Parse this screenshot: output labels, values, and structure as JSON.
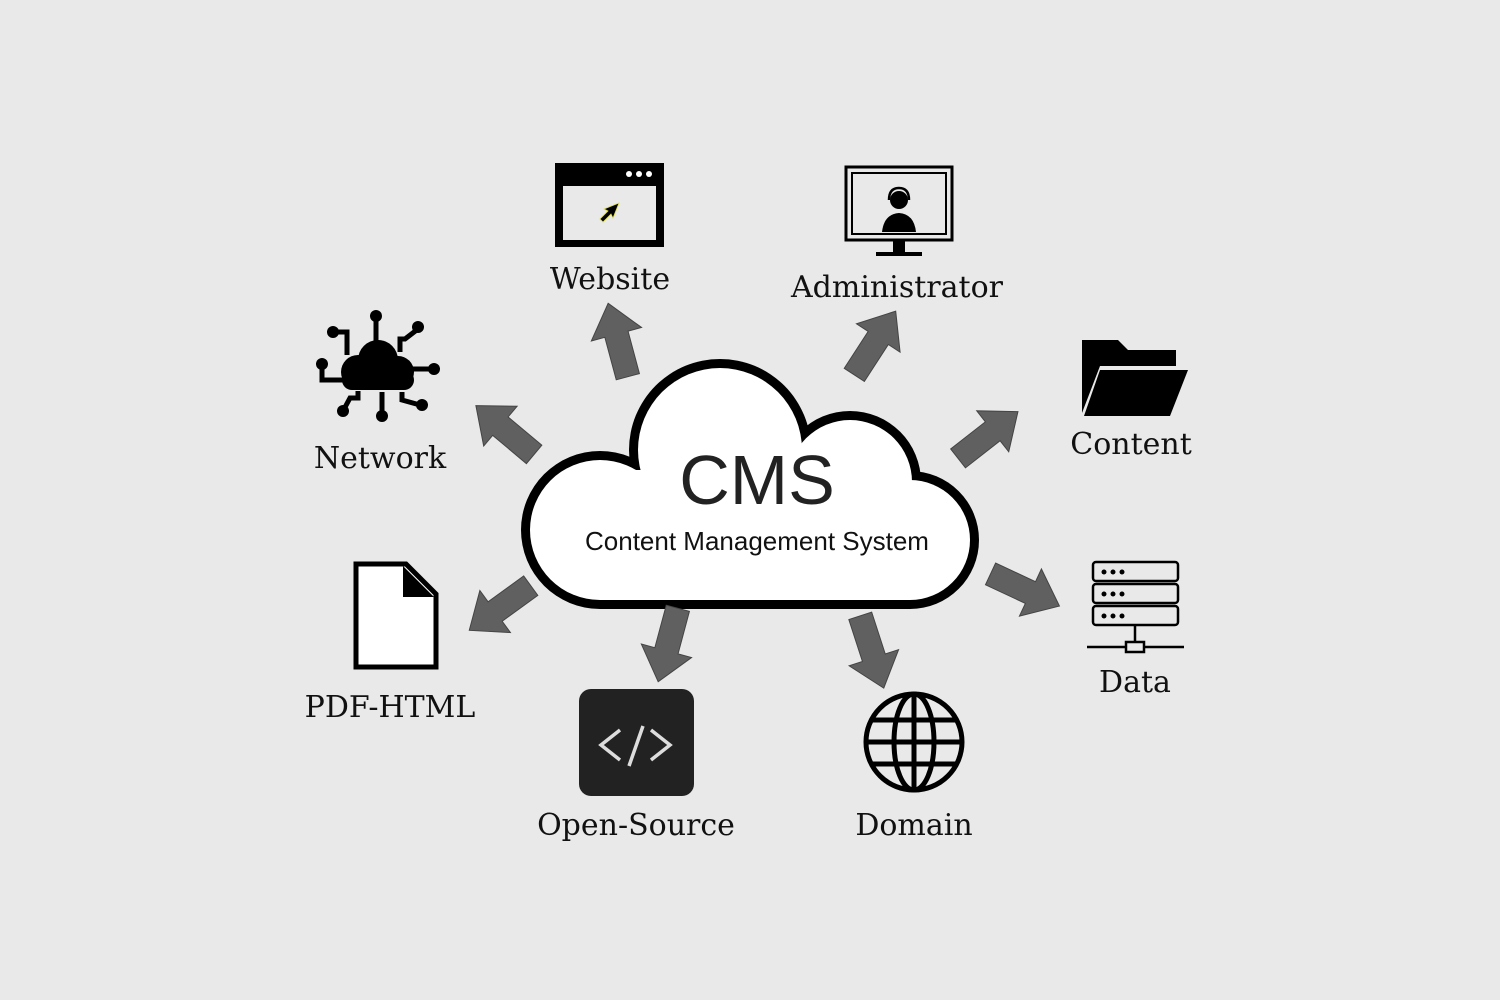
{
  "center": {
    "title": "CMS",
    "subtitle": "Content Management System"
  },
  "nodes": {
    "website": "Website",
    "administrator": "Administrator",
    "content": "Content",
    "data": "Data",
    "domain": "Domain",
    "open_source": "Open-Source",
    "pdf_html": "PDF-HTML",
    "network": "Network"
  },
  "colors": {
    "background": "#e9e9e9",
    "arrow": "#606060",
    "ink": "#000000"
  }
}
